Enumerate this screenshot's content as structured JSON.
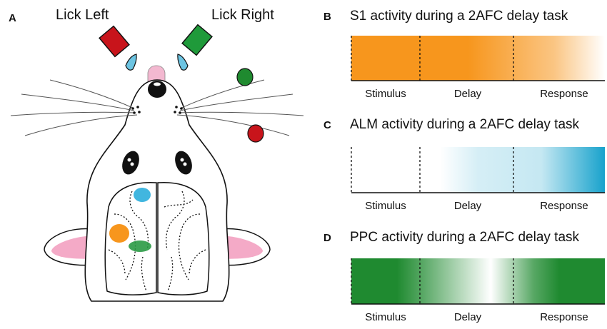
{
  "panel_a": {
    "letter": "A",
    "lick_left_label": "Lick Left",
    "lick_right_label": "Lick Right",
    "colors": {
      "lick_left_spout": "#c8141b",
      "lick_right_spout": "#1f9a3a",
      "water_drop": "#6cc4e2",
      "tongue": "#f3b8d0",
      "stimulus_green": "#1f8a2f",
      "stimulus_red": "#c8141b",
      "alm_region": "#41b6df",
      "s1_region": "#f7961d",
      "ppc_region": "#2a9a45",
      "ear_pink": "#f4aac7"
    }
  },
  "panels": [
    {
      "letter": "B",
      "title": "S1 activity during a 2AFC delay task",
      "phases": [
        "Stimulus",
        "Delay",
        "Response"
      ],
      "color": "#f7961d",
      "activity_profile": [
        [
          0,
          1.0
        ],
        [
          0.46,
          1.0
        ],
        [
          0.8,
          0.55
        ],
        [
          1.0,
          0.0
        ]
      ]
    },
    {
      "letter": "C",
      "title": "ALM activity during a 2AFC delay task",
      "phases": [
        "Stimulus",
        "Delay",
        "Response"
      ],
      "color": "#17a2cc",
      "activity_profile": [
        [
          0,
          0.0
        ],
        [
          0.35,
          0.0
        ],
        [
          0.5,
          0.18
        ],
        [
          0.75,
          0.25
        ],
        [
          1.0,
          1.0
        ]
      ]
    },
    {
      "letter": "D",
      "title": "PPC activity during a 2AFC delay task",
      "phases": [
        "Stimulus",
        "Delay",
        "Response"
      ],
      "color": "#1f8a30",
      "activity_profile": [
        [
          0,
          1.0
        ],
        [
          0.18,
          1.0
        ],
        [
          0.28,
          0.75
        ],
        [
          0.55,
          0.0
        ],
        [
          0.72,
          0.75
        ],
        [
          0.82,
          1.0
        ],
        [
          1.0,
          1.0
        ]
      ]
    }
  ]
}
